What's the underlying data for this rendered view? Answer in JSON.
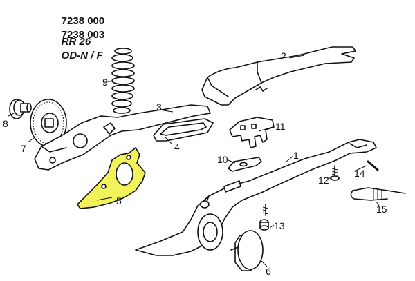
{
  "header": {
    "line1_code": "7238 000",
    "line1_model": "RR 26",
    "line2_code": "7238 003",
    "line2_model": "OD-N / F"
  },
  "highlight_color": "#f2f25a",
  "callouts": [
    "1",
    "2",
    "3",
    "4",
    "5",
    "6",
    "7",
    "8",
    "9",
    "10",
    "11",
    "12",
    "13",
    "14",
    "15"
  ]
}
